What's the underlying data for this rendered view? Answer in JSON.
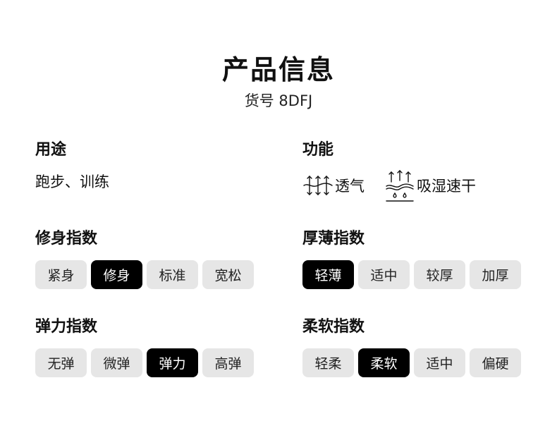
{
  "header": {
    "title": "产品信息",
    "sku": "货号 8DFJ"
  },
  "usage": {
    "label": "用途",
    "value": "跑步、训练"
  },
  "function": {
    "label": "功能",
    "items": [
      {
        "icon": "breathable-icon",
        "label": "透气"
      },
      {
        "icon": "moisture-wicking-icon",
        "label": "吸湿速干"
      }
    ]
  },
  "fit": {
    "label": "修身指数",
    "options": [
      "紧身",
      "修身",
      "标准",
      "宽松"
    ],
    "selected": "修身"
  },
  "thickness": {
    "label": "厚薄指数",
    "options": [
      "轻薄",
      "适中",
      "较厚",
      "加厚"
    ],
    "selected": "轻薄"
  },
  "elasticity": {
    "label": "弹力指数",
    "options": [
      "无弹",
      "微弹",
      "弹力",
      "高弹"
    ],
    "selected": "弹力"
  },
  "softness": {
    "label": "柔软指数",
    "options": [
      "轻柔",
      "柔软",
      "适中",
      "偏硬"
    ],
    "selected": "柔软"
  },
  "colors": {
    "active_chip": "#000000",
    "inactive_chip": "#e6e6e6",
    "text": "#111111"
  }
}
